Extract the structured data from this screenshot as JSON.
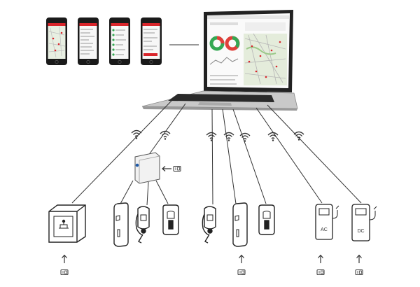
{
  "diagram": {
    "phones": [
      {
        "name": "phone-map-view",
        "screen": "map"
      },
      {
        "name": "phone-list-view",
        "screen": "list"
      },
      {
        "name": "phone-status-view",
        "screen": "status"
      },
      {
        "name": "phone-form-view",
        "screen": "form"
      }
    ],
    "charger_labels": {
      "ac": "AC",
      "dc": "DC"
    },
    "colors": {
      "brand_red": "#d9252b",
      "donut_green": "#35a853",
      "donut_red": "#e0403a",
      "map_green": "#cfe3c2",
      "line": "#333333"
    },
    "icons": [
      "smartphone-icon",
      "laptop-icon",
      "wifi-icon",
      "gateway-box-icon",
      "rfid-card-icon",
      "wall-cabinet-charger-icon",
      "wallbox-charger-icon",
      "arrow-up-icon",
      "arrow-left-icon",
      "ac-charging-station-icon",
      "dc-charging-station-icon"
    ]
  }
}
